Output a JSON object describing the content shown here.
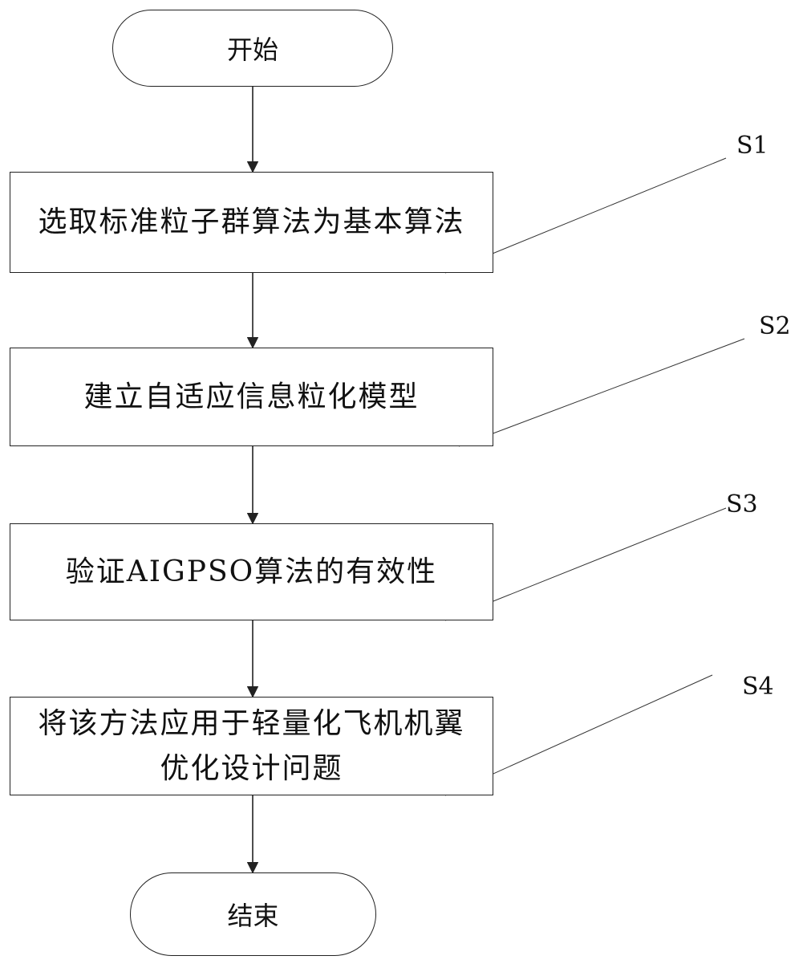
{
  "start": {
    "text": "开始"
  },
  "end": {
    "text": "结束"
  },
  "steps": [
    {
      "label": "S1",
      "text": "选取标准粒子群算法为基本算法"
    },
    {
      "label": "S2",
      "text": "建立自适应信息粒化模型"
    },
    {
      "label": "S3",
      "text": "验证AIGPSO算法的有效性"
    },
    {
      "label": "S4",
      "text": "将该方法应用于轻量化飞机机翼优化设计问题"
    }
  ],
  "colors": {
    "line": "#222222",
    "fill": "#ffffff",
    "text": "#111111"
  }
}
